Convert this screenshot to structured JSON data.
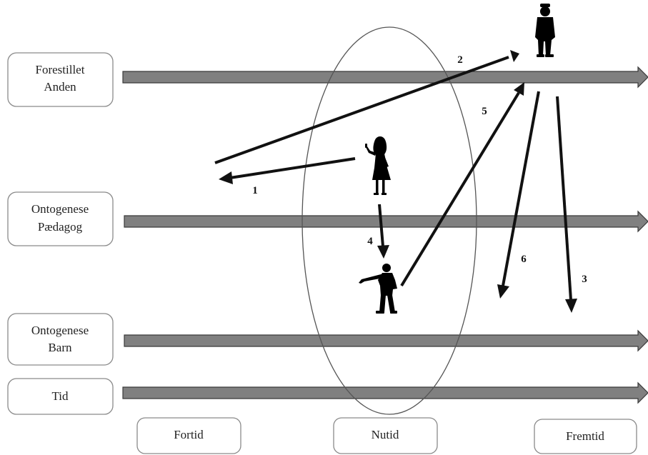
{
  "row_labels": [
    {
      "line1": "Forestillet",
      "line2": "Anden"
    },
    {
      "line1": "Ontogenese",
      "line2": "Pædagog"
    },
    {
      "line1": "Ontogenese",
      "line2": "Barn"
    },
    {
      "line1": "Tid",
      "line2": ""
    }
  ],
  "time_labels": [
    "Fortid",
    "Nutid",
    "Fremtid"
  ],
  "arrow_numbers": [
    "1",
    "2",
    "3",
    "4",
    "5",
    "6"
  ],
  "colors": {
    "timeline_fill": "#808080",
    "arrow": "#111111",
    "box_border": "#8a8a8a"
  },
  "figures": [
    "standing-adult-silhouette",
    "girl-silhouette",
    "pointing-man-silhouette"
  ]
}
